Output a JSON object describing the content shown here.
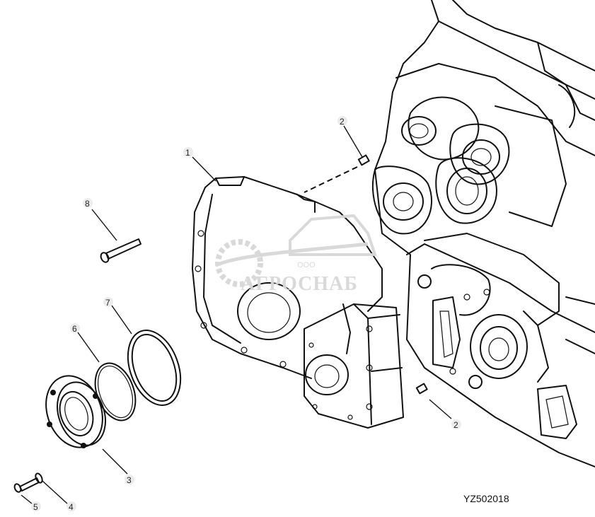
{
  "figure_code": "YZ502018",
  "watermark": {
    "brand": "АГРОСНАБ",
    "prefix": "ООО"
  },
  "callouts": [
    {
      "id": "c1",
      "text": "1"
    },
    {
      "id": "c2a",
      "text": "2"
    },
    {
      "id": "c2b",
      "text": "2"
    },
    {
      "id": "c3",
      "text": "3"
    },
    {
      "id": "c4",
      "text": "4"
    },
    {
      "id": "c5",
      "text": "5"
    },
    {
      "id": "c6",
      "text": "6"
    },
    {
      "id": "c7",
      "text": "7"
    },
    {
      "id": "c8",
      "text": "8"
    }
  ],
  "colors": {
    "ink": "#111111",
    "watermark": "#d8d8d8",
    "background": "#ffffff"
  }
}
